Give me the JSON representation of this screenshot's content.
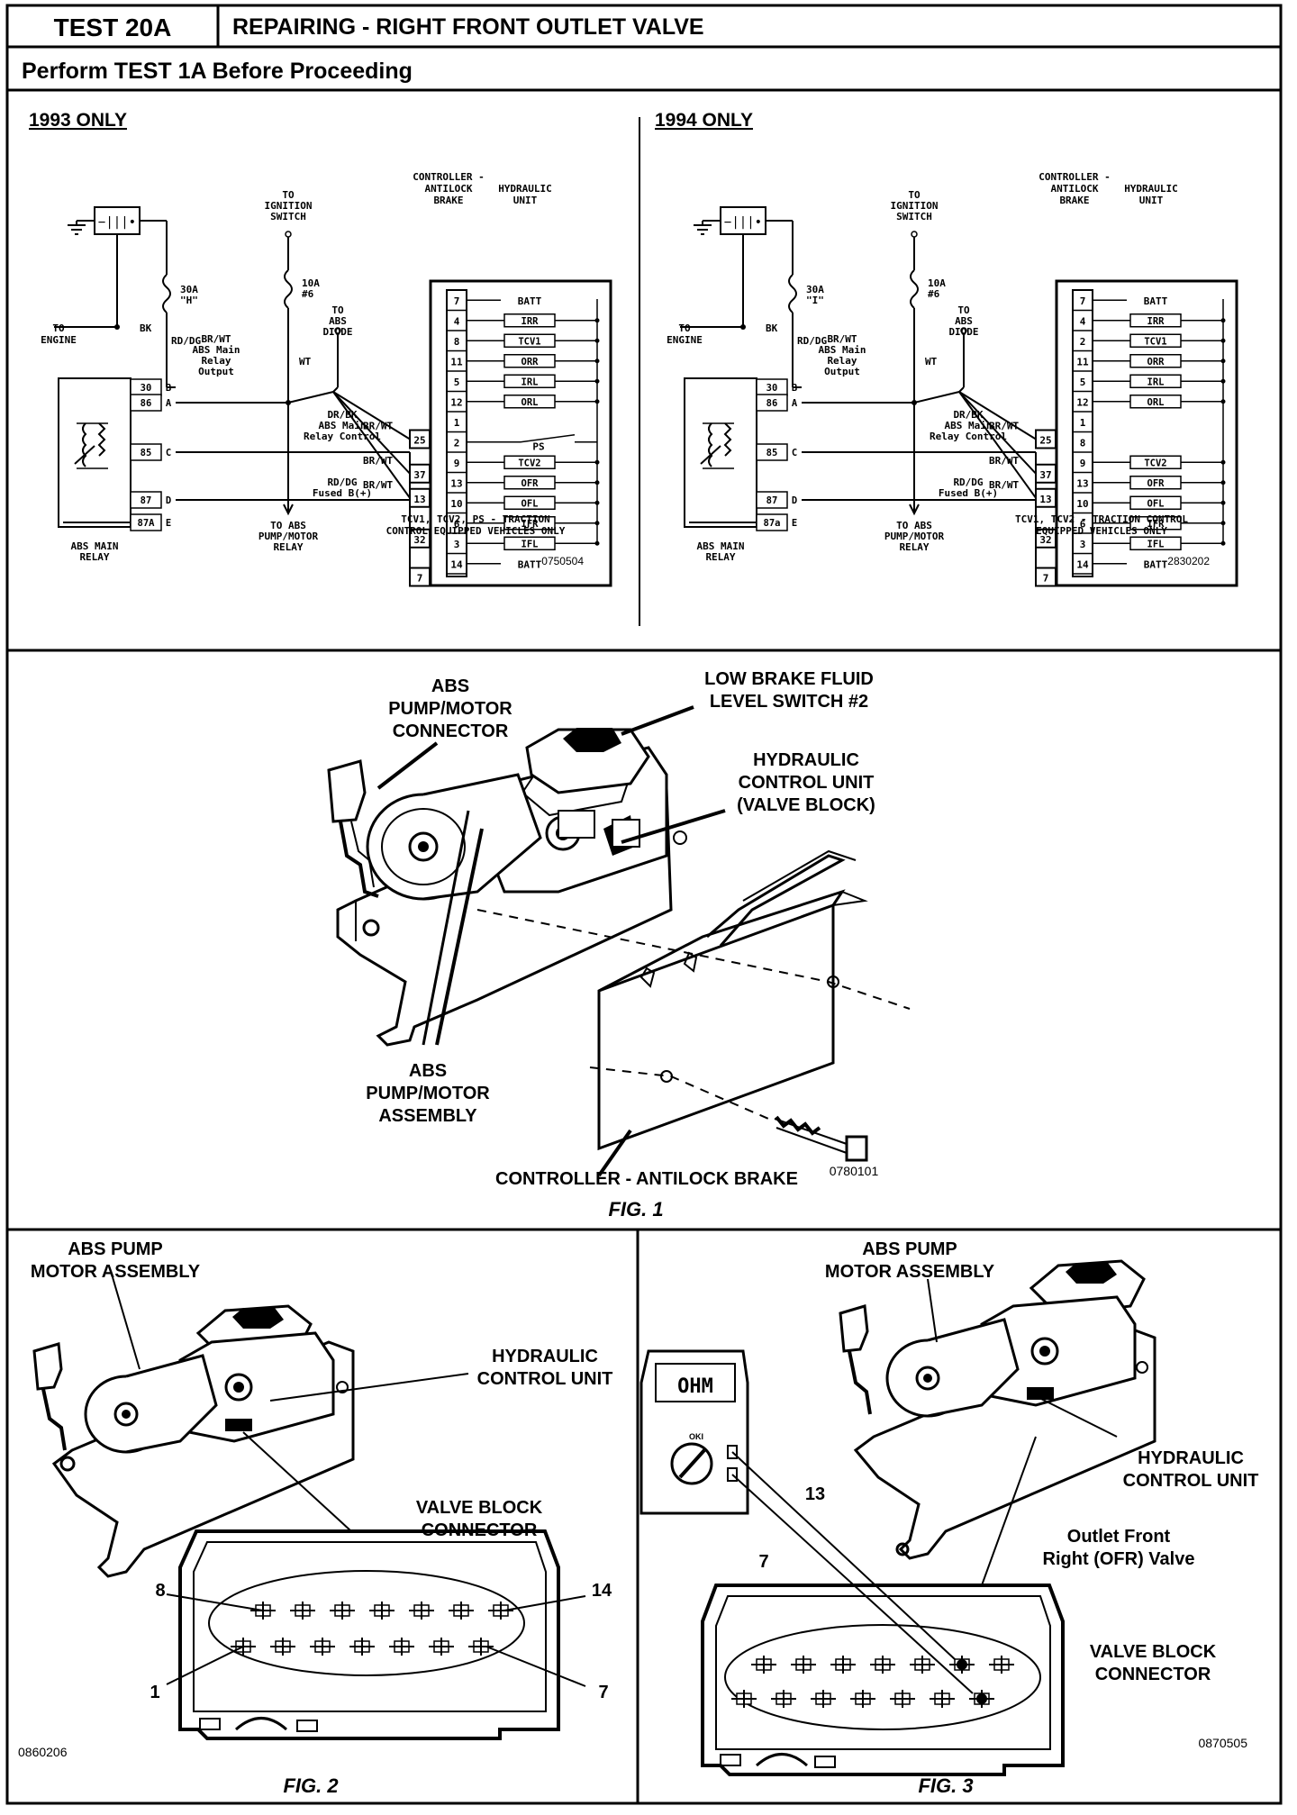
{
  "header": {
    "test_id": "TEST 20A",
    "title": "REPAIRING - RIGHT FRONT OUTLET VALVE",
    "subtitle": "Perform TEST 1A Before Proceeding"
  },
  "schematic_1993": {
    "heading": "1993 ONLY",
    "controller_label": [
      "CONTROLLER -",
      "ANTILOCK",
      "BRAKE"
    ],
    "hcu_label": [
      "HYDRAULIC",
      "UNIT"
    ],
    "to_ignition": [
      "TO",
      "IGNITION",
      "SWITCH"
    ],
    "to_engine": [
      "TO",
      "ENGINE"
    ],
    "to_abs_diode": [
      "TO",
      "ABS",
      "DIODE"
    ],
    "to_abs_pump": [
      "TO ABS",
      "PUMP/MOTOR",
      "RELAY"
    ],
    "fuse_30a": [
      "30A",
      "\"H\""
    ],
    "fuse_10a": [
      "10A",
      "#6"
    ],
    "wire_bk": "BK",
    "wire_rddg": "RD/DG",
    "wire_wt": "WT",
    "relay_output_label": [
      "BR/WT",
      "ABS Main",
      "Relay",
      "Output"
    ],
    "relay_control_label": [
      "DR/BK",
      "ABS Main",
      "Relay Control"
    ],
    "fused_label": [
      "RD/DG",
      "Fused B(+)"
    ],
    "br_wt": "BR/WT",
    "relay_pins": [
      "30",
      "86",
      "85",
      "87",
      "87A"
    ],
    "relay_pin_letters": [
      "B",
      "A",
      "C",
      "D",
      "E"
    ],
    "relay_caption": [
      "ABS MAIN",
      "RELAY"
    ],
    "controller_pins": [
      "7",
      "4",
      "8",
      "11",
      "5",
      "12",
      "1",
      "2",
      "9",
      "13",
      "10",
      "6",
      "3",
      "14"
    ],
    "hcu_items": [
      "BATT",
      "IRR",
      "TCV1",
      "ORR",
      "IRL",
      "ORL",
      "",
      "PS",
      "TCV2",
      "OFR",
      "OFL",
      "IFR",
      "IFL",
      "BATT"
    ],
    "side_pins": [
      "25",
      "37",
      "13",
      "32",
      "7"
    ],
    "note": [
      "TCV1, TCV2, PS - TRACTION",
      "CONTROL EQUIPPED VEHICLES ONLY"
    ],
    "ref": "0750504"
  },
  "schematic_1994": {
    "heading": "1994 ONLY",
    "controller_label": [
      "CONTROLLER -",
      "ANTILOCK",
      "BRAKE"
    ],
    "hcu_label": [
      "HYDRAULIC",
      "UNIT"
    ],
    "to_ignition": [
      "TO",
      "IGNITION",
      "SWITCH"
    ],
    "to_engine": [
      "TO",
      "ENGINE"
    ],
    "to_abs_diode": [
      "TO",
      "ABS",
      "DIODE"
    ],
    "to_abs_pump": [
      "TO ABS",
      "PUMP/MOTOR",
      "RELAY"
    ],
    "fuse_30a": [
      "30A",
      "\"I\""
    ],
    "fuse_10a": [
      "10A",
      "#6"
    ],
    "wire_bk": "BK",
    "wire_rddg": "RD/DG",
    "wire_wt": "WT",
    "relay_output_label": [
      "BR/WT",
      "ABS Main",
      "Relay",
      "Output"
    ],
    "relay_control_label": [
      "DR/BK",
      "ABS Main",
      "Relay Control"
    ],
    "fused_label": [
      "RD/DG",
      "Fused B(+)"
    ],
    "br_wt": "BR/WT",
    "relay_pins": [
      "30",
      "86",
      "85",
      "87",
      "87a"
    ],
    "relay_pin_letters": [
      "B",
      "A",
      "C",
      "D",
      "E"
    ],
    "relay_caption": [
      "ABS MAIN",
      "RELAY"
    ],
    "controller_pins": [
      "7",
      "4",
      "2",
      "11",
      "5",
      "12",
      "1",
      "8",
      "9",
      "13",
      "10",
      "6",
      "3",
      "14"
    ],
    "hcu_items": [
      "BATT",
      "IRR",
      "TCV1",
      "ORR",
      "IRL",
      "ORL",
      "",
      "",
      "TCV2",
      "OFR",
      "OFL",
      "IFR",
      "IFL",
      "BATT"
    ],
    "side_pins": [
      "25",
      "37",
      "13",
      "32",
      "7"
    ],
    "note": [
      "TCV1, TCV2 - TRACTION CONTROL",
      "EQUIPPED VEHICLES ONLY"
    ],
    "ref": "2830202"
  },
  "fig1": {
    "label_pump_connector": [
      "ABS",
      "PUMP/MOTOR",
      "CONNECTOR"
    ],
    "label_fluid_switch": [
      "LOW BRAKE FLUID",
      "LEVEL SWITCH #2"
    ],
    "label_hcu": [
      "HYDRAULIC",
      "CONTROL UNIT",
      "(VALVE BLOCK)"
    ],
    "label_pump_assembly": [
      "ABS",
      "PUMP/MOTOR",
      "ASSEMBLY"
    ],
    "label_controller": "CONTROLLER - ANTILOCK BRAKE",
    "ref": "0780101",
    "caption": "FIG. 1"
  },
  "fig2": {
    "label_pump": [
      "ABS PUMP",
      "MOTOR ASSEMBLY"
    ],
    "label_hcu": [
      "HYDRAULIC",
      "CONTROL UNIT"
    ],
    "label_connector": [
      "VALVE BLOCK",
      "CONNECTOR"
    ],
    "pin_8": "8",
    "pin_14": "14",
    "pin_1": "1",
    "pin_7": "7",
    "ref": "0860206",
    "caption": "FIG. 2"
  },
  "fig3": {
    "label_pump": [
      "ABS PUMP",
      "MOTOR ASSEMBLY"
    ],
    "label_hcu": [
      "HYDRAULIC",
      "CONTROL UNIT"
    ],
    "label_valve": [
      "Outlet Front",
      "Right (OFR) Valve"
    ],
    "label_connector": [
      "VALVE BLOCK",
      "CONNECTOR"
    ],
    "meter_display": "OHM",
    "meter_dial": "OKI",
    "pin_13": "13",
    "pin_7": "7",
    "ref": "0870505",
    "caption": "FIG. 3"
  }
}
